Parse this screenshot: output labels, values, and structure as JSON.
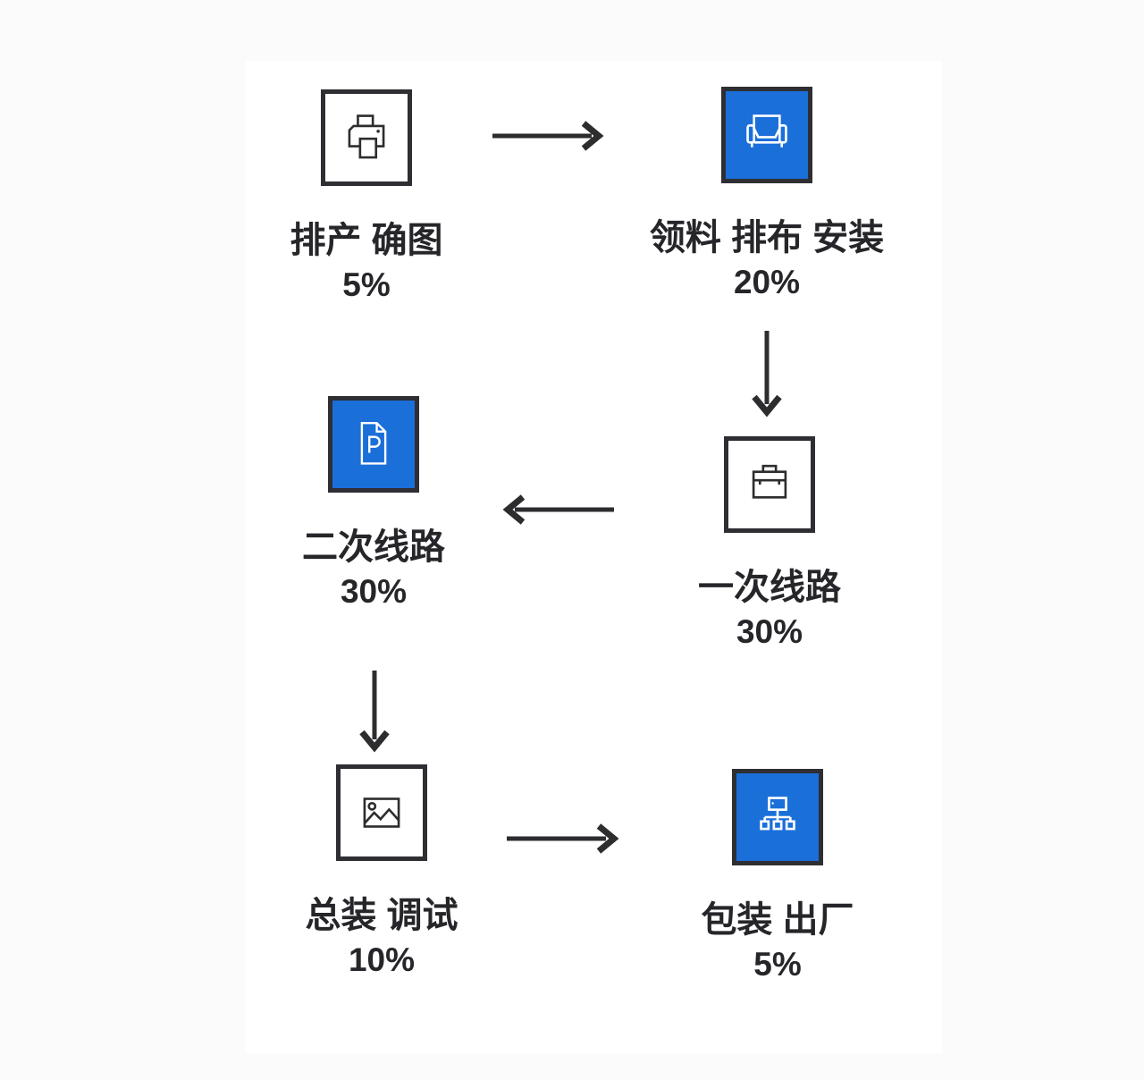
{
  "diagram": {
    "type": "process-flow",
    "description": "S-shaped production process flow with six steps and completion percentages"
  },
  "colors": {
    "accent_blue": "#1b6fd9",
    "line_dark": "#2d2d30",
    "text": "#26262a",
    "panel": "#ffffff",
    "page_background": "#fbfbfb"
  },
  "nodes": [
    {
      "id": "step-1",
      "label": "排产 确图",
      "percent": "5%",
      "icon": "printer-icon",
      "variant": "outline"
    },
    {
      "id": "step-2",
      "label": "领料 排布 安装",
      "percent": "20%",
      "icon": "sofa-icon",
      "variant": "filled"
    },
    {
      "id": "step-3",
      "label": "一次线路",
      "percent": "30%",
      "icon": "briefcase-icon",
      "variant": "outline"
    },
    {
      "id": "step-4",
      "label": "二次线路",
      "percent": "30%",
      "icon": "document-p-icon",
      "variant": "filled"
    },
    {
      "id": "step-5",
      "label": "总装 调试",
      "percent": "10%",
      "icon": "picture-icon",
      "variant": "outline"
    },
    {
      "id": "step-6",
      "label": "包装 出厂",
      "percent": "5%",
      "icon": "sitemap-icon",
      "variant": "filled"
    }
  ],
  "edges": [
    {
      "from": "step-1",
      "to": "step-2",
      "direction": "right"
    },
    {
      "from": "step-2",
      "to": "step-3",
      "direction": "down"
    },
    {
      "from": "step-3",
      "to": "step-4",
      "direction": "left"
    },
    {
      "from": "step-4",
      "to": "step-5",
      "direction": "down"
    },
    {
      "from": "step-5",
      "to": "step-6",
      "direction": "right"
    }
  ]
}
